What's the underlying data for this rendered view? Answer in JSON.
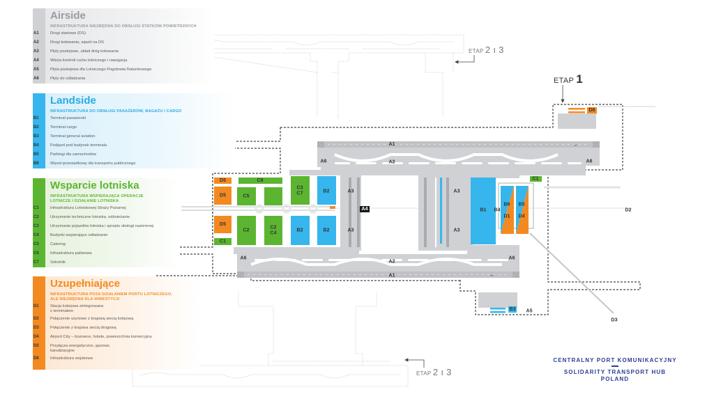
{
  "legend": {
    "airside": {
      "title": "Airside",
      "subtitle": "INFRASTRUKTURA NIEZBĘDNA DO OBSŁUGI STATKÓW POWIETRZNYCH",
      "color": "#cfd1d4",
      "items": [
        {
          "code": "A1",
          "label": "Drogi startowe (DS)"
        },
        {
          "code": "A2",
          "label": "Drogi kołowania, wjazd na DS"
        },
        {
          "code": "A3",
          "label": "Płyty postojowe, układ dróg kołowania"
        },
        {
          "code": "A4",
          "label": "Wieża kontroli ruchu lotniczego i nawigacja"
        },
        {
          "code": "A5",
          "label": "Płyta postojowa dla Lotniczego Pogotowia Ratunkowego"
        },
        {
          "code": "A6",
          "label": "Płyty do odladzania"
        }
      ]
    },
    "landside": {
      "title": "Landside",
      "subtitle": "INFRASTRUKTURA DO OBSŁUGI PASAŻERÓW, BAGAŻU I CARGO",
      "color": "#36b6ec",
      "items": [
        {
          "code": "B1",
          "label": "Terminal pasażerski"
        },
        {
          "code": "B2",
          "label": "Terminal cargo"
        },
        {
          "code": "B3",
          "label": "Terminal general aviation"
        },
        {
          "code": "B4",
          "label": "Podjazd pod budynek terminala"
        },
        {
          "code": "B5",
          "label": "Parkingi dla samochodów"
        },
        {
          "code": "B6",
          "label": "Węzeł przesiadkowy dla transportu publicznego"
        }
      ]
    },
    "wsparcie": {
      "title": "Wsparcie lotniska",
      "subtitle_line1": "INFRASTRUKTURA WSPIERAJĄCA OPERACJE",
      "subtitle_line2": "LOTNICZE I DZIAŁANIE LOTNISKA",
      "color": "#5bb531",
      "items": [
        {
          "code": "C1",
          "label": "Infrastruktura Lotniskowej Straży Pożarnej"
        },
        {
          "code": "C2",
          "label": "Utrzymanie techniczne lotniska, odśnieżanie"
        },
        {
          "code": "C3",
          "label": "Utrzymanie pojazdów lotniska i sprzętu obsługi naziemnej"
        },
        {
          "code": "C4",
          "label": "Budynki wspierające odladzanie"
        },
        {
          "code": "C5",
          "label": "Catering"
        },
        {
          "code": "C6",
          "label": "Infrastruktura paliwowa"
        },
        {
          "code": "C7",
          "label": "Sokolnik"
        }
      ]
    },
    "uzupelniajace": {
      "title": "Uzupełniające",
      "subtitle_line1": "INFRASTRUKTURA POZA DZIAŁANIEM PORTU LOTNICZEGO,",
      "subtitle_line2": "ALE NIEZBĘDNA DLA INWESTYCJI",
      "color": "#f28a21",
      "items": [
        {
          "code": "D1",
          "label_line1": "Stacja kolejowa zintegrowana",
          "label_line2": "z terminalem"
        },
        {
          "code": "D2",
          "label_line1": "Połączenie szynowe z krajową siecią kolejową",
          "label_line2": ""
        },
        {
          "code": "D3",
          "label_line1": "Połączenie z krajowa siecią drogową",
          "label_line2": ""
        },
        {
          "code": "D4",
          "label_line1": "Airport City – biurowce, hotele, powierzchnia komercyjna",
          "label_line2": ""
        },
        {
          "code": "D5",
          "label_line1": "Przyłącza energetyczne, gazowe,",
          "label_line2": "kanalizacyjne"
        },
        {
          "code": "D6",
          "label_line1": "Infrastruktura wojskowa",
          "label_line2": ""
        }
      ]
    }
  },
  "map": {
    "runway_labels": {
      "a1_top": "A1",
      "a1_bottom": "A1",
      "a2_top": "A2",
      "a2_bottom": "A2"
    },
    "apron_labels": {
      "a3_1": "A3",
      "a3_2": "A3",
      "a3_3": "A3",
      "a3_4": "A3",
      "a4": "A4",
      "a5": "A5",
      "a6_tl": "A6",
      "a6_tr": "A6",
      "a6_bl": "A6",
      "a6_br": "A6"
    },
    "buildings": {
      "d5_a": "D5",
      "d5_b": "D5",
      "d5_c": "D5",
      "c6": "C6",
      "c5": "C5",
      "c3c7_1": "C3",
      "c3c7_2": "C7",
      "c2_a": "C2",
      "c2c4_1": "C2",
      "c2c4_2": "C4",
      "c1_a": "C1",
      "c1_b": "C1",
      "b2_a": "B2",
      "b2_b": "B2",
      "b2_c": "B2",
      "b1": "B1",
      "b4": "B4",
      "b6": "B6",
      "d1": "D1",
      "b5": "B5",
      "d4": "D4",
      "b3": "B3",
      "d6": "D6",
      "d2": "D2",
      "d3": "D3"
    }
  },
  "stages": {
    "etap1": {
      "word": "ETAP",
      "num": "1"
    },
    "etap23_top": {
      "word": "ETAP",
      "num": "2 ı 3"
    },
    "etap23_bottom": {
      "word": "ETAP",
      "num": "2 ı 3"
    }
  },
  "brand": {
    "line1": "CENTRALNY PORT KOMUNIKACYJNY",
    "line2": "SOLIDARITY TRANSPORT HUB",
    "line3": "POLAND"
  },
  "colors": {
    "airside": "#cfd1d4",
    "landside": "#36b6ec",
    "support": "#5bb531",
    "complementary": "#f28a21",
    "brand": "#2d3d8f"
  }
}
